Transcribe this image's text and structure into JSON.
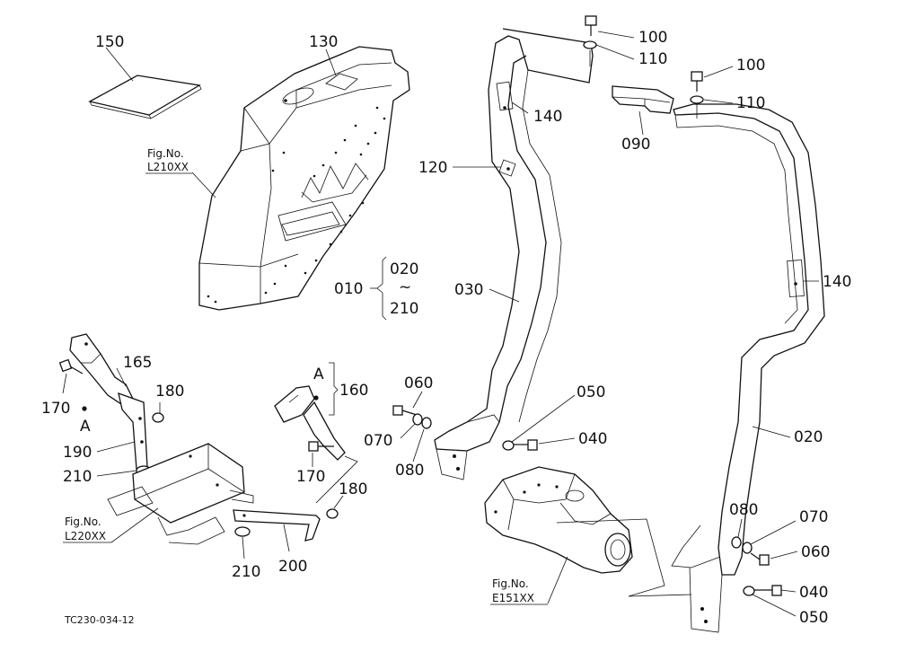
{
  "diagram": {
    "code": "TC230-034-12",
    "labels": {
      "p150": "150",
      "p130": "130",
      "p100a": "100",
      "p110a": "110",
      "p100b": "100",
      "p110b": "110",
      "p140a": "140",
      "p090": "090",
      "p120": "120",
      "p010": "010",
      "p020a": "020",
      "tilde": "~",
      "p210a": "210",
      "p030": "030",
      "p140b": "140",
      "p165": "165",
      "p170a": "170",
      "p180a": "180",
      "letterA1": "A",
      "letterA2": "A",
      "p160": "160",
      "p060a": "060",
      "p050a": "050",
      "p070a": "070",
      "p040a": "040",
      "p080a": "080",
      "p190": "190",
      "p210b": "210",
      "p170b": "170",
      "p180b": "180",
      "p210c": "210",
      "p200": "200",
      "p020b": "020",
      "p080b": "080",
      "p070b": "070",
      "p060b": "060",
      "p040b": "040",
      "p050b": "050"
    },
    "refs": {
      "fig1_title": "Fig.No.",
      "fig1_code": "L210XX",
      "fig2_title": "Fig.No.",
      "fig2_code": "L220XX",
      "fig3_title": "Fig.No.",
      "fig3_code": "E151XX"
    }
  }
}
